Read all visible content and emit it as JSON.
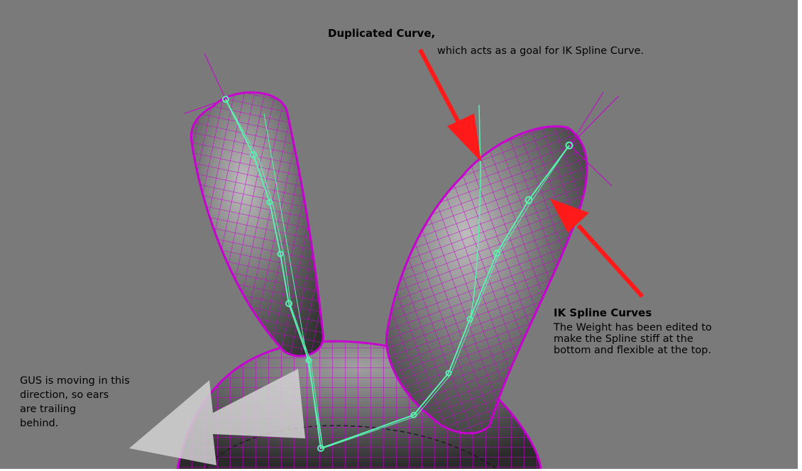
{
  "annotations": {
    "duplicated_title": "Duplicated Curve,",
    "duplicated_desc": "which acts as a goal for IK Spline Curve.",
    "ik_title": "IK Spline Curves",
    "ik_desc_lines": [
      "The Weight has been edited to",
      "make the Spline stiff at the",
      "bottom and flexible at the top."
    ],
    "gus_lines": [
      "GUS is moving in this",
      "direction, so ears",
      "are trailing",
      "behind."
    ]
  },
  "colors": {
    "background": "#7a7a7a",
    "wireframe": "#c800d2",
    "spline": "#5cf0b0",
    "arrow": "#ff1a1a",
    "direction_arrow": "#cfcfcf"
  },
  "icons": [
    "red-arrow-icon",
    "direction-arrow-icon"
  ]
}
